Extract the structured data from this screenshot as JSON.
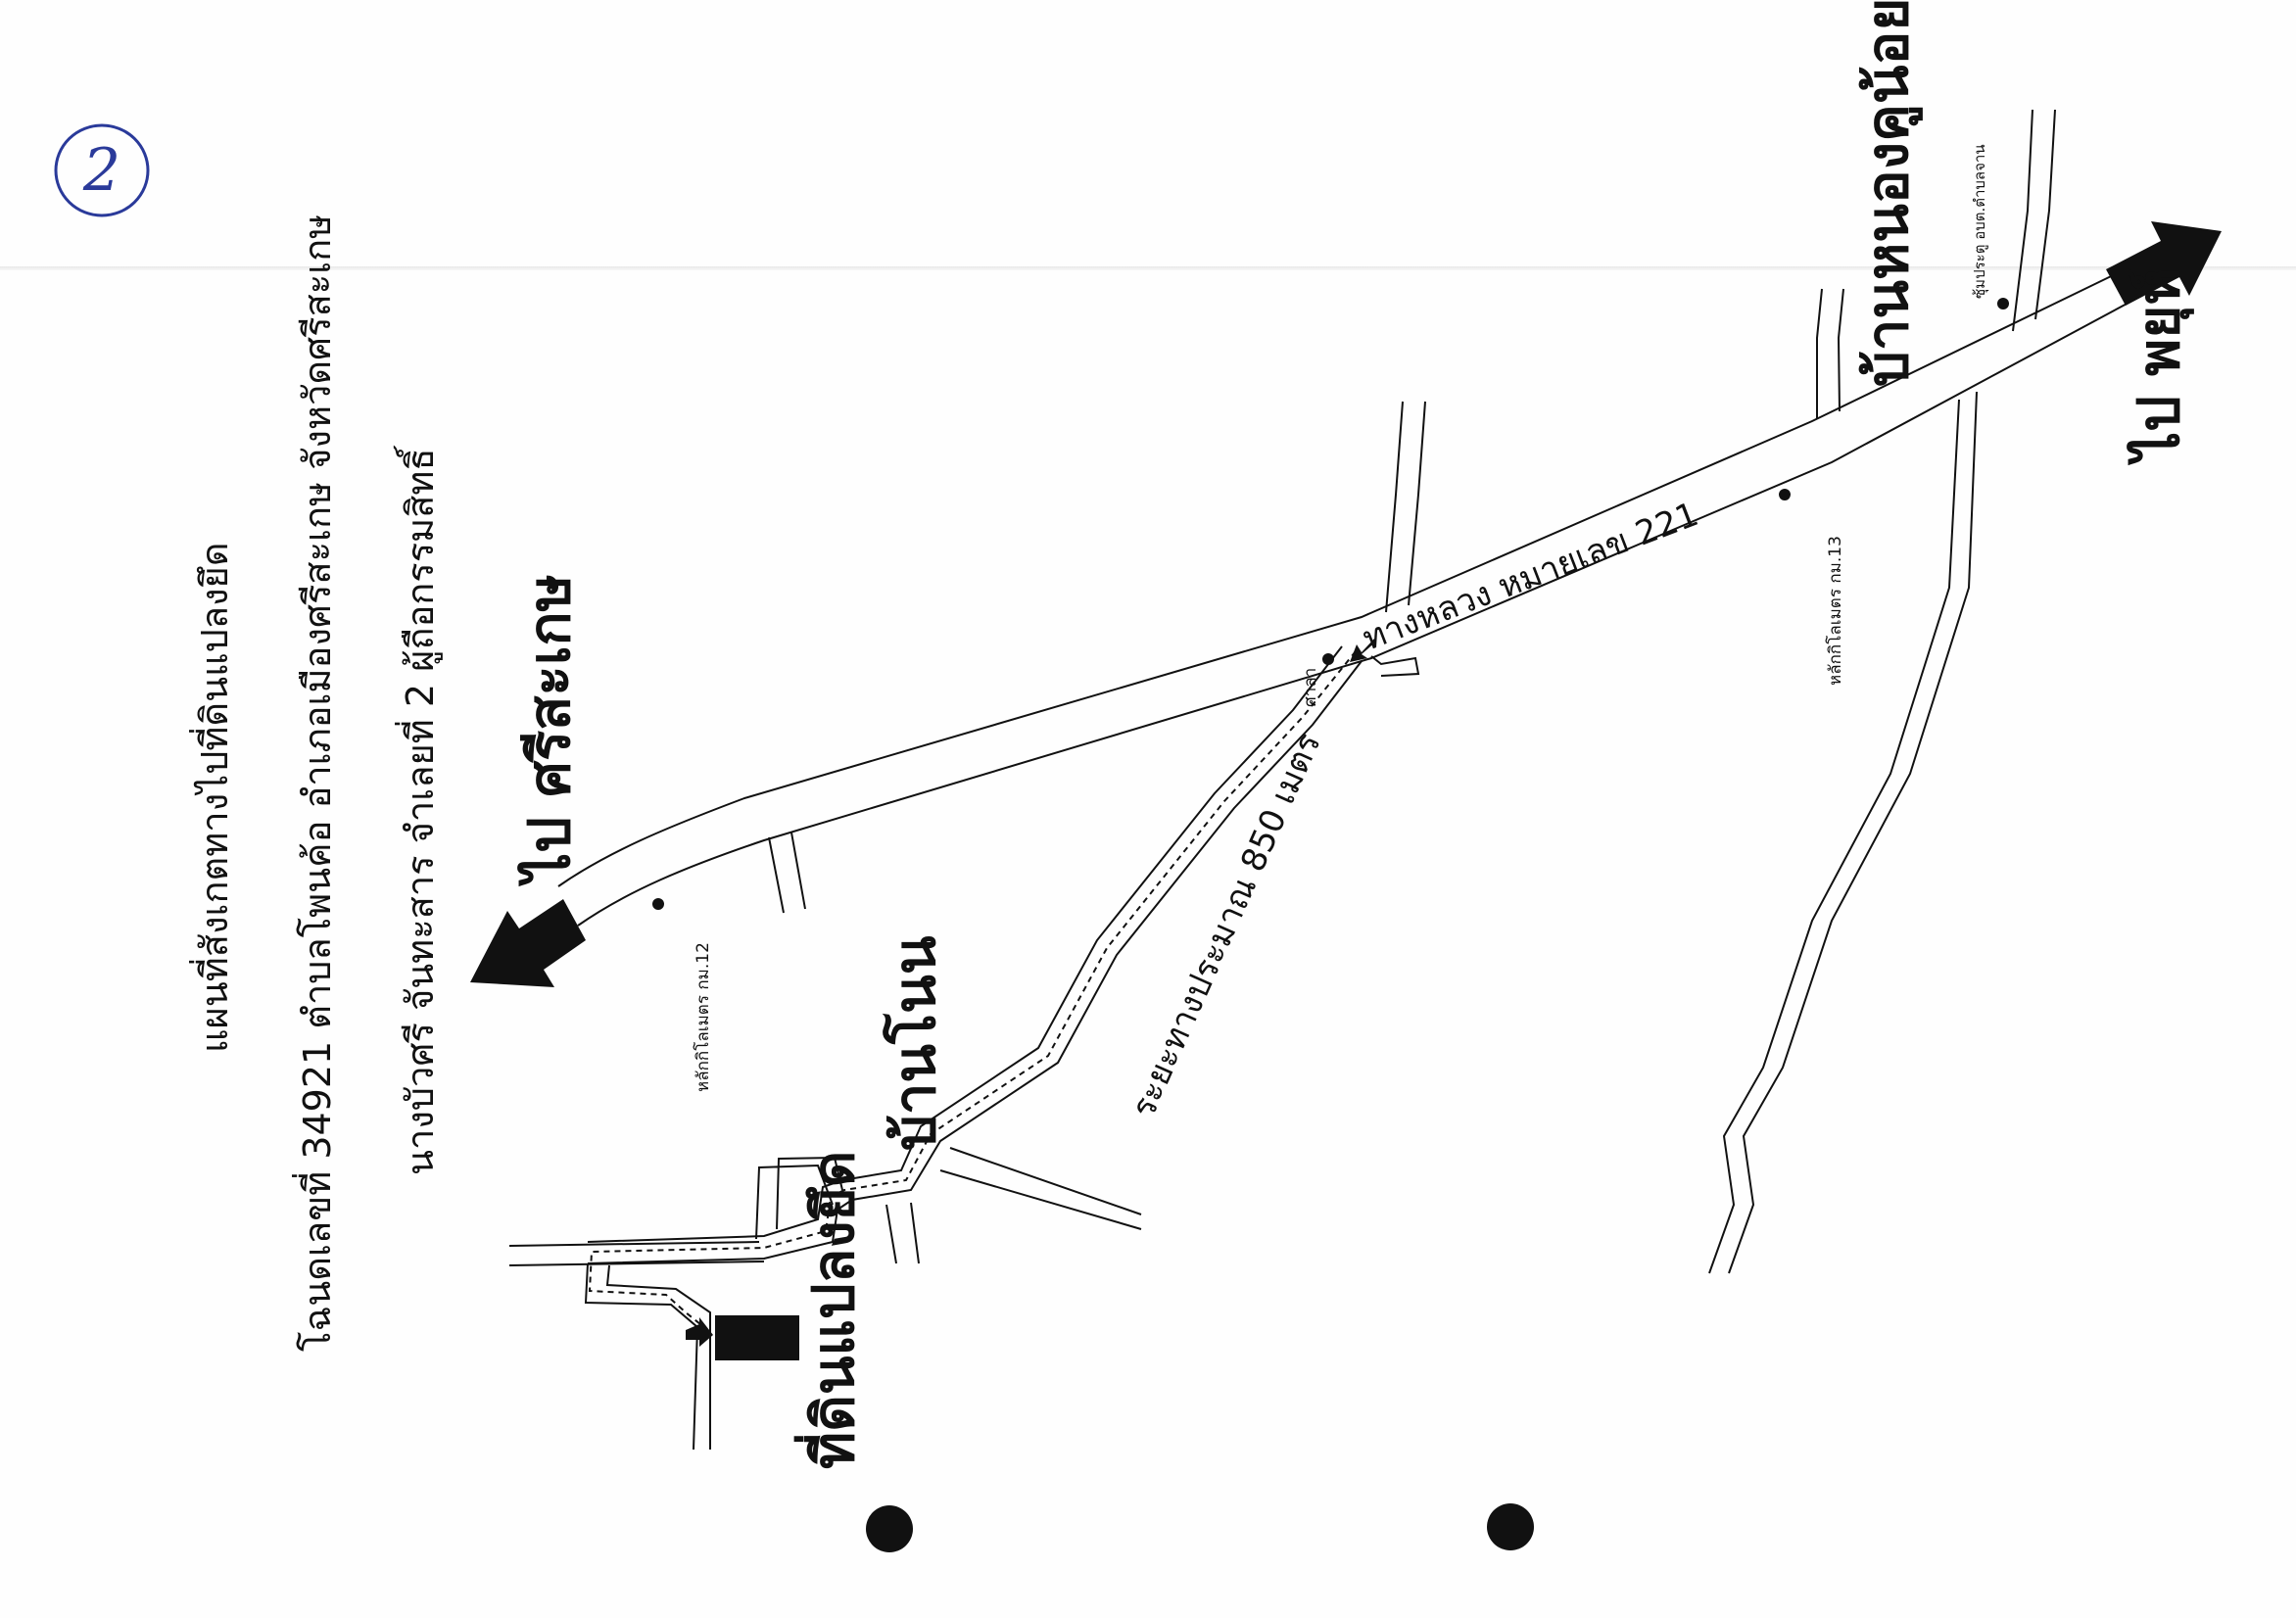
{
  "document": {
    "page_number": "2",
    "title": "แผนที่สังเกตทางไปที่ดินแปลงยึด",
    "deed_line": "โฉนดเลขที่ 34921 ตำบลโพนค้อ อำเภอเมืองศรีสะเกษ จังหวัดศรีสะเกษ",
    "owner_line": "นางบัวศรี จันทะสาร จำเลยที่ 2 ผู้ถือกรรมสิทธิ์"
  },
  "map": {
    "highway_label": "ทางหลวง หมายเลข 221",
    "to_sisaket": "ไป ศรีสะเกษ",
    "to_phayu": "ไป พยุห์",
    "village_nong_khu_noi": "บ้านหนองคูน้อย",
    "village_ban_non": "บ้านโนน",
    "distance_label": "ระยะทางประมาณ 850 เมตร",
    "seized_land_label": "ที่ดินแปลงยึด",
    "km_post_12": "หลักกิโลเมตร กม.12",
    "km_post_13": "หลักกิโลเมตร กม.13",
    "sala_label": "ศาลา",
    "gate_label": "ซุ้มประตู อบต.ตำบลจาน"
  },
  "colors": {
    "ink": "#111111",
    "pen": "#2a3a9a",
    "road_fill": "#ffffff"
  }
}
